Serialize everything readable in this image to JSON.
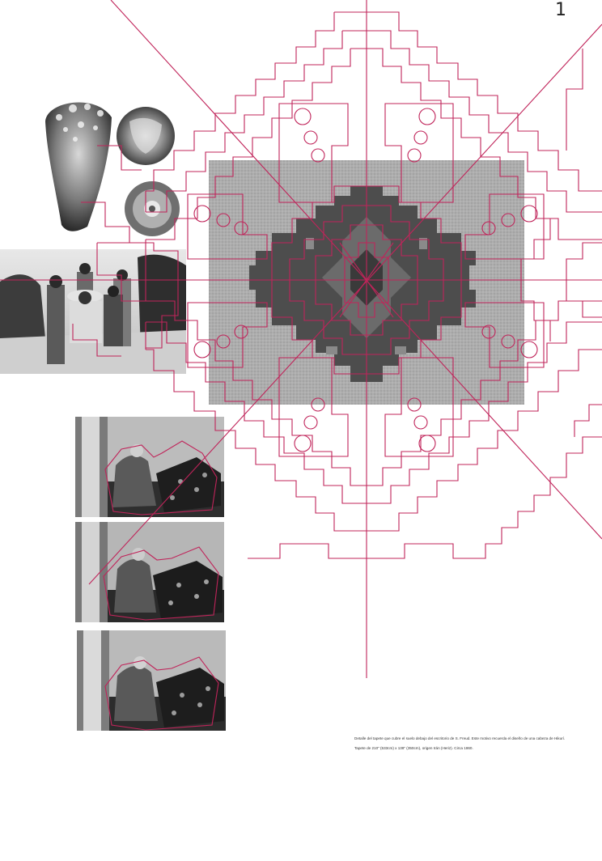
{
  "page": {
    "number": "1"
  },
  "images": {
    "peyote": "peyote-cactus-photos",
    "family": "family-group-photo",
    "rug": "rug-pattern-detail",
    "freud": [
      "freud-study-photo-1",
      "freud-study-photo-2",
      "freud-study-photo-3"
    ]
  },
  "caption": {
    "line1": "Detalle del tapete que cubre el suelo debajo del escritorio de S. Freud. Este motivo recuerda el diseño de una cabeza de Hikurí.",
    "line2": "Tapete de 210\" (533cm) x 138\" (350cm), origen Irán (Heriz). Circa 1860."
  },
  "colors": {
    "overlay": "#c0245a",
    "rug_light": "#b8b8b8",
    "rug_dark": "#4a4a4a",
    "background": "#ffffff"
  }
}
